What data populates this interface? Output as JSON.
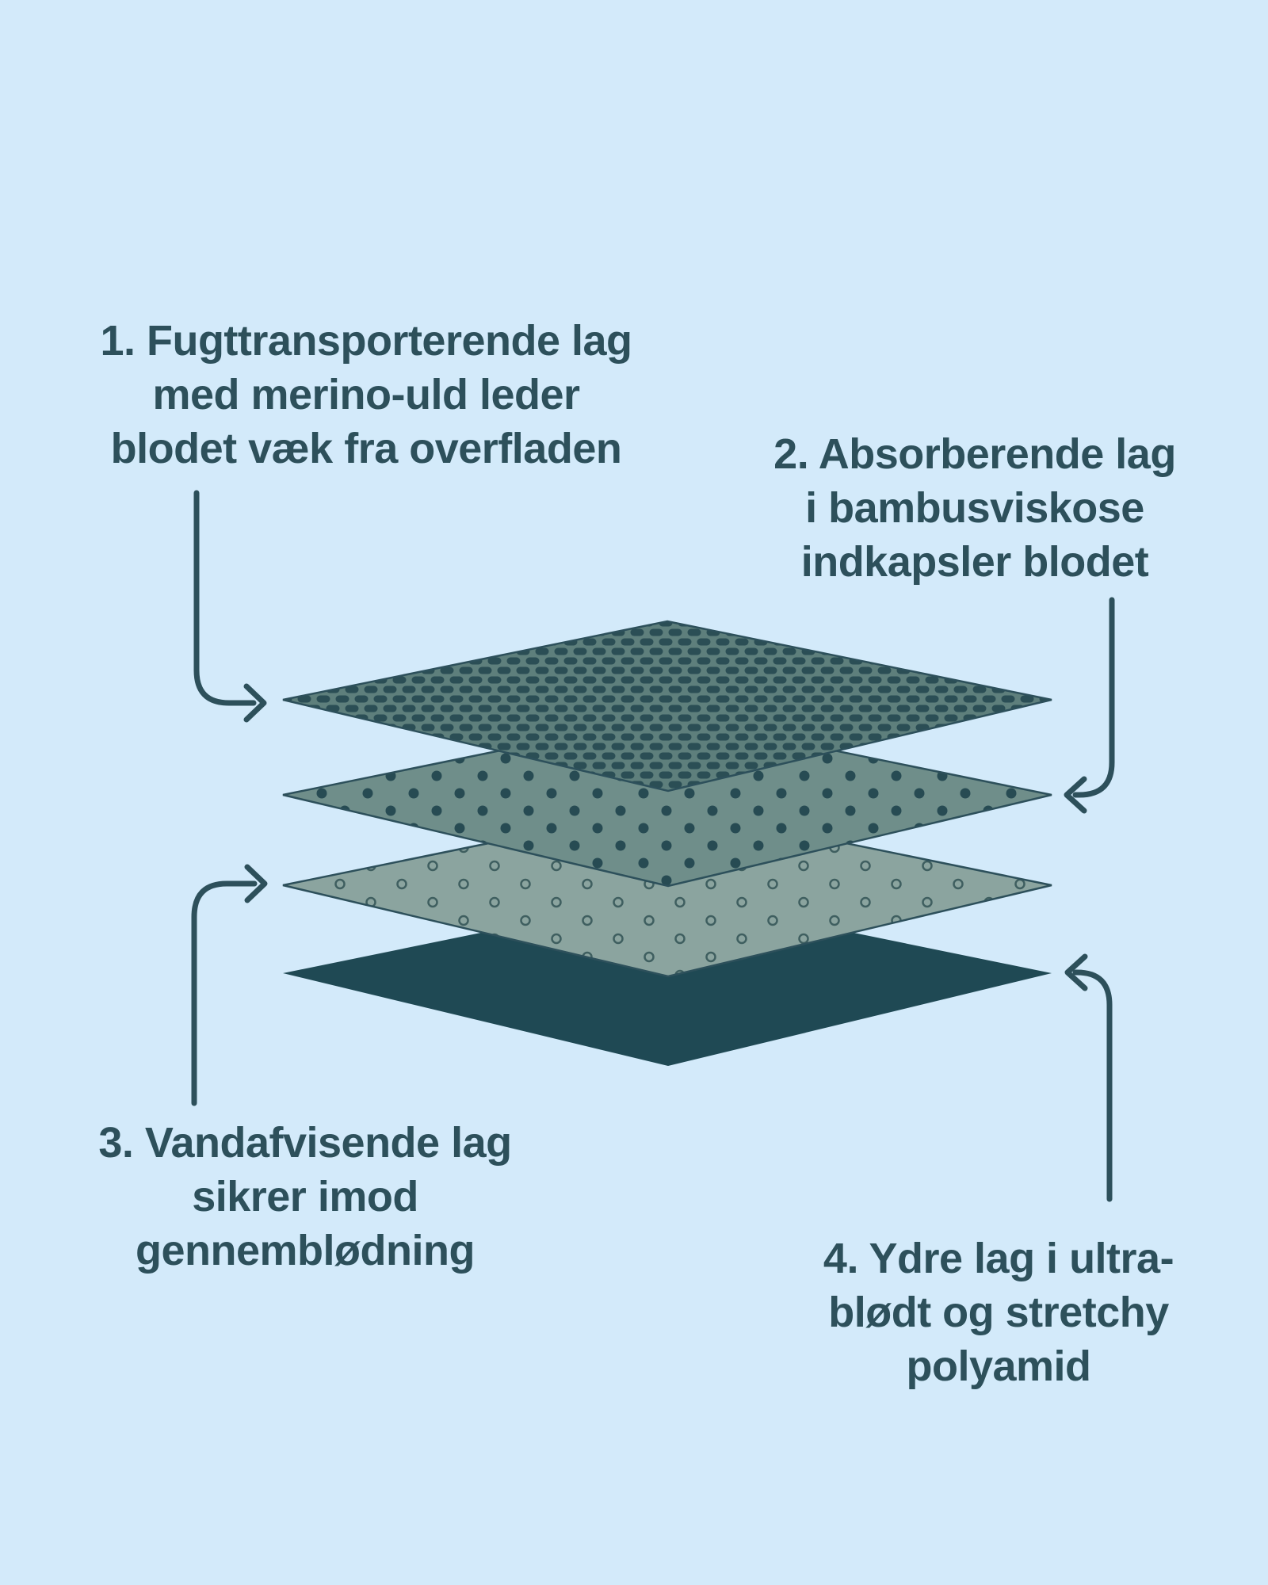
{
  "colors": {
    "bg": "#d3eafa",
    "ink": "#2d505b"
  },
  "diagram": {
    "layers": [
      {
        "pattern": "dashes",
        "fill": "#5e7f7c",
        "dot": "#2b4e55"
      },
      {
        "pattern": "dots",
        "fill": "#6f8e8a",
        "dot": "#274b53"
      },
      {
        "pattern": "rings",
        "fill": "#8ba49f",
        "dot": "#3f5f60"
      },
      {
        "pattern": "solid",
        "fill": "#1f4954",
        "dot": "#1f4954"
      }
    ]
  },
  "labels": [
    {
      "lines": [
        "1. Fugttransporterende lag",
        "med merino-uld leder",
        "blodet væk fra overfladen"
      ]
    },
    {
      "lines": [
        "2. Absorberende lag",
        "i bambusviskose",
        "indkapsler blodet"
      ]
    },
    {
      "lines": [
        "3. Vandafvisende lag",
        "sikrer imod",
        "gennemblødning"
      ]
    },
    {
      "lines": [
        "4. Ydre lag i ultra-",
        "blødt og stretchy",
        "polyamid"
      ]
    }
  ]
}
